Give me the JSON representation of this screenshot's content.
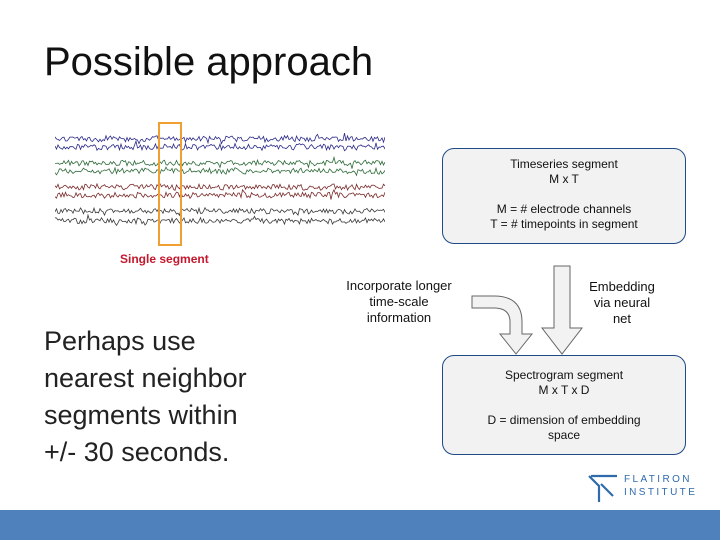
{
  "slide": {
    "title": "Possible approach",
    "segment_label": "Single segment",
    "timeseries_box": {
      "line1": "Timeseries segment",
      "line2": "M x T",
      "line3": "M = # electrode channels",
      "line4": "T = # timepoints in segment"
    },
    "incorporate_lines": [
      "Incorporate longer",
      "time-scale",
      "information"
    ],
    "embedding_lines": [
      "Embedding",
      "via neural",
      "net"
    ],
    "spectrogram_box": {
      "line1": "Spectrogram segment",
      "line2": "M x T x D",
      "line3": "D = dimension of embedding",
      "line4": "space"
    },
    "perhaps_lines": [
      "Perhaps use",
      "nearest neighbor",
      "segments within",
      "+/- 30 seconds."
    ]
  },
  "logo": {
    "name": "flatiron-institute-logo",
    "line1": "FLATIRON",
    "line2": "INSTITUTE"
  },
  "colors": {
    "trace_colors": [
      "#2b2b8a",
      "#2e6b3a",
      "#7a2a2a",
      "#3a3a3a"
    ],
    "segment_box": "#f0a030",
    "segment_label": "#c5172d",
    "box_border": "#1e4a85",
    "box_fill": "#f2f2f2",
    "footer_bar": "#4f81bd",
    "logo_color": "#2f6bab"
  }
}
